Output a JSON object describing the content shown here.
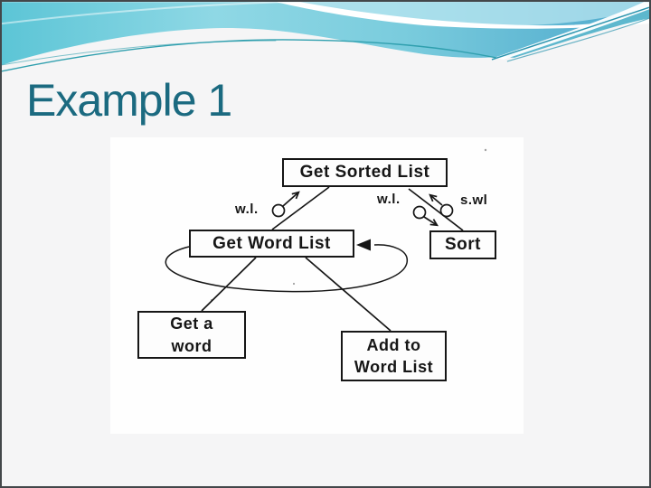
{
  "slide": {
    "title": "Example 1"
  },
  "diagram": {
    "nodes": {
      "get_sorted_list": "Get Sorted List",
      "get_word_list": "Get Word List",
      "sort": "Sort",
      "get_a_word": "Get a\nword",
      "add_to_word_list": "Add to\nWord List"
    },
    "couples": {
      "left_wl": "w.l.",
      "right_wl": "w.l.",
      "right_swl": "s.wl"
    },
    "edges": [
      "Get Sorted List -> Get Word List (passes w.l. up)",
      "Get Sorted List -> Sort (w.l. down, s.wl up)",
      "Get Word List -> Get a word",
      "Get Word List -> Add to Word List",
      "Get Word List self-loop (iteration arrow)"
    ]
  },
  "colors": {
    "title_text": "#1b6a80",
    "scan_ink": "#161616",
    "scan_paper": "#fefefe",
    "slide_background": "#f5f5f6",
    "banner_teal": "#57c4d6",
    "banner_pale_blue": "#b9e6f0",
    "banner_deep_blue": "#42abc6",
    "banner_line_teal": "#2f9fae"
  }
}
